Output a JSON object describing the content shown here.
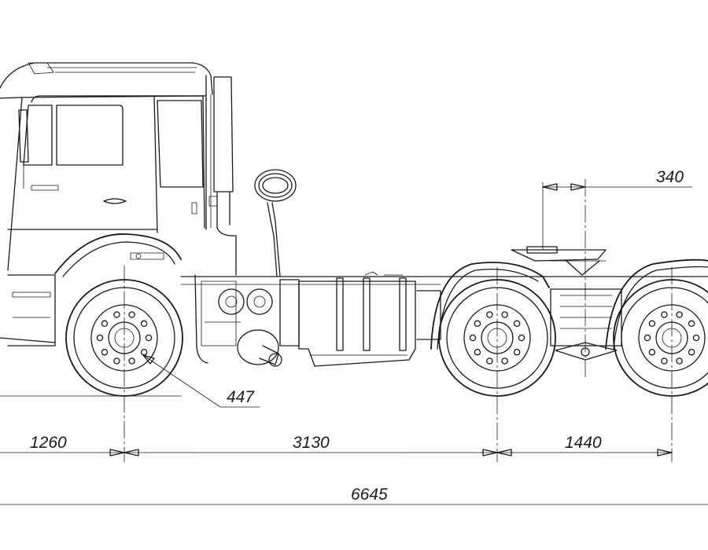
{
  "drawing": {
    "subject": "truck-tractor-side-view",
    "dimensions": {
      "front_overhang": "1260",
      "wheelbase_front_to_tandem": "3130",
      "tandem_axle_spacing": "1440",
      "fifth_wheel_offset": "340",
      "wheel_radius": "447",
      "overall_length": "6645"
    }
  }
}
